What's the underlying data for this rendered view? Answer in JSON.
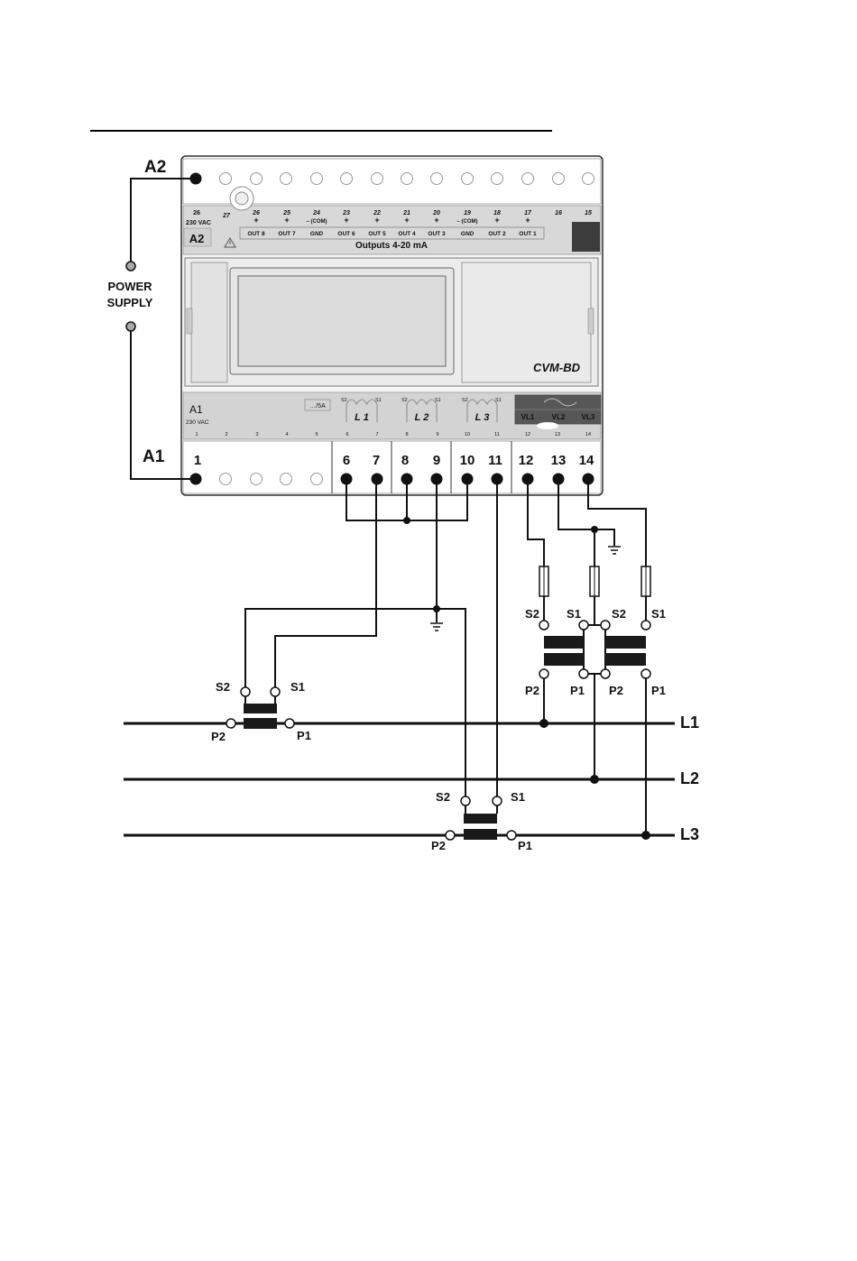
{
  "labels": {
    "a2": "A2",
    "a1": "A1",
    "power_supply_line1": "POWER",
    "power_supply_line2": "SUPPLY",
    "device_model": "CVM-BD",
    "outputs_title": "Outputs 4-20 mA",
    "l1": "L1",
    "l2": "L2",
    "l3": "L3"
  },
  "device": {
    "top_numbers": [
      "26",
      "27",
      "26",
      "25",
      "24",
      "23",
      "22",
      "21",
      "20",
      "19",
      "18",
      "17",
      "16",
      "15"
    ],
    "top_signs": [
      "+",
      "+",
      "– (COM)",
      "+",
      "+",
      "+",
      "+",
      "– (COM)",
      "+",
      "+"
    ],
    "top_outputs": [
      "OUT 8",
      "OUT 7",
      "GND",
      "OUT 6",
      "OUT 5",
      "OUT 4",
      "OUT 3",
      "GND",
      "OUT 2",
      "OUT 1"
    ],
    "top_left_num": "26",
    "top_left_vac": "230 VAC",
    "top_left_a2": "A2",
    "bottom_left_a1": "A1",
    "bottom_left_vac": "230 VAC",
    "bottom_ct_label": "…/5A",
    "bottom_ct_labels": [
      "L 1",
      "L 2",
      "L 3"
    ],
    "bottom_ct_pins": [
      "S2",
      "S1",
      "S2",
      "S1",
      "S2",
      "S1"
    ],
    "bottom_voltage_labels": [
      "VL1",
      "VL2",
      "VL3"
    ],
    "bottom_terminals": [
      "1",
      "6",
      "7",
      "8",
      "9",
      "10",
      "11",
      "12",
      "13",
      "14"
    ]
  },
  "ct": {
    "s2": "S2",
    "s1": "S1",
    "p2": "P2",
    "p1": "P1"
  }
}
